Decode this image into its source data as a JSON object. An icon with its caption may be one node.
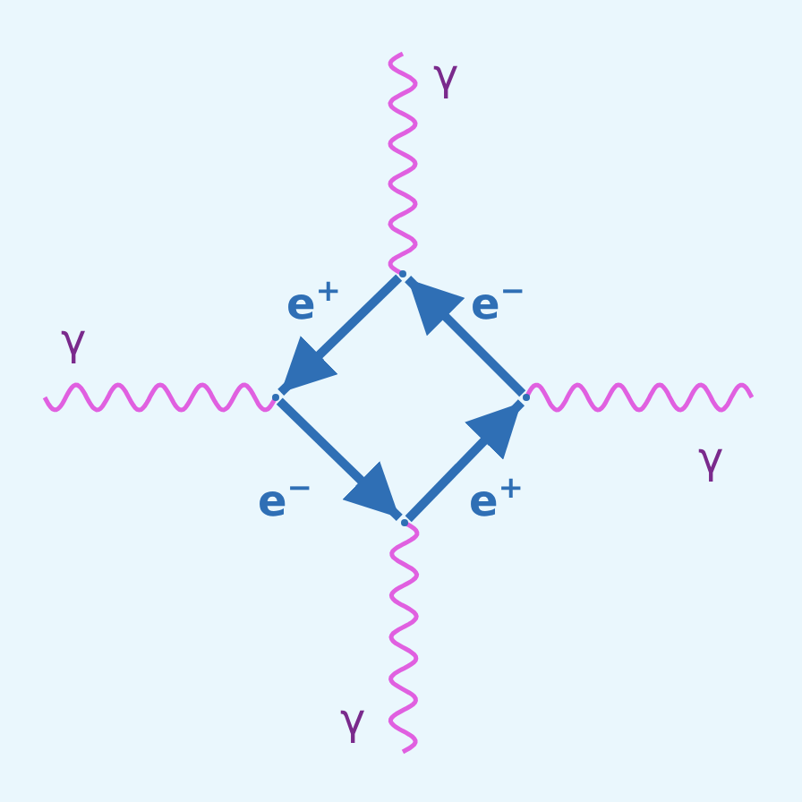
{
  "diagram": {
    "nodes": [
      {
        "text": [],
        "shape": "point"
      },
      {
        "text": [],
        "shape": "point"
      },
      {
        "text": [],
        "shape": "point"
      },
      {
        "text": [],
        "shape": "point"
      }
    ],
    "edges": [
      {
        "from": null,
        "to": 0,
        "arrow": "none",
        "label": "γ",
        "color": "#e060e0"
      },
      {
        "from": null,
        "to": 1,
        "arrow": "none",
        "label": "γ",
        "color": "#e060e0"
      },
      {
        "from": null,
        "to": 3,
        "arrow": "none",
        "label": "γ",
        "color": "#e060e0"
      },
      {
        "from": null,
        "to": 2,
        "arrow": "none",
        "label": "γ",
        "color": "#e060e0"
      },
      {
        "from": 0,
        "to": 1,
        "arrow": "to",
        "label": "e$^{+}$",
        "color": "#2f6fb5",
        "style": "thick"
      },
      {
        "from": 3,
        "to": 0,
        "arrow": "to",
        "label": "e$^{−}$",
        "color": "#2f6fb5",
        "style": "thick"
      },
      {
        "from": 1,
        "to": 2,
        "arrow": "to",
        "label": "e$^{−}$",
        "color": "#2f6fb5",
        "style": "thick"
      },
      {
        "from": 2,
        "to": 3,
        "arrow": "to",
        "label": "e$^{+}$",
        "color": "#2f6fb5",
        "style": "thick"
      }
    ]
  }
}
